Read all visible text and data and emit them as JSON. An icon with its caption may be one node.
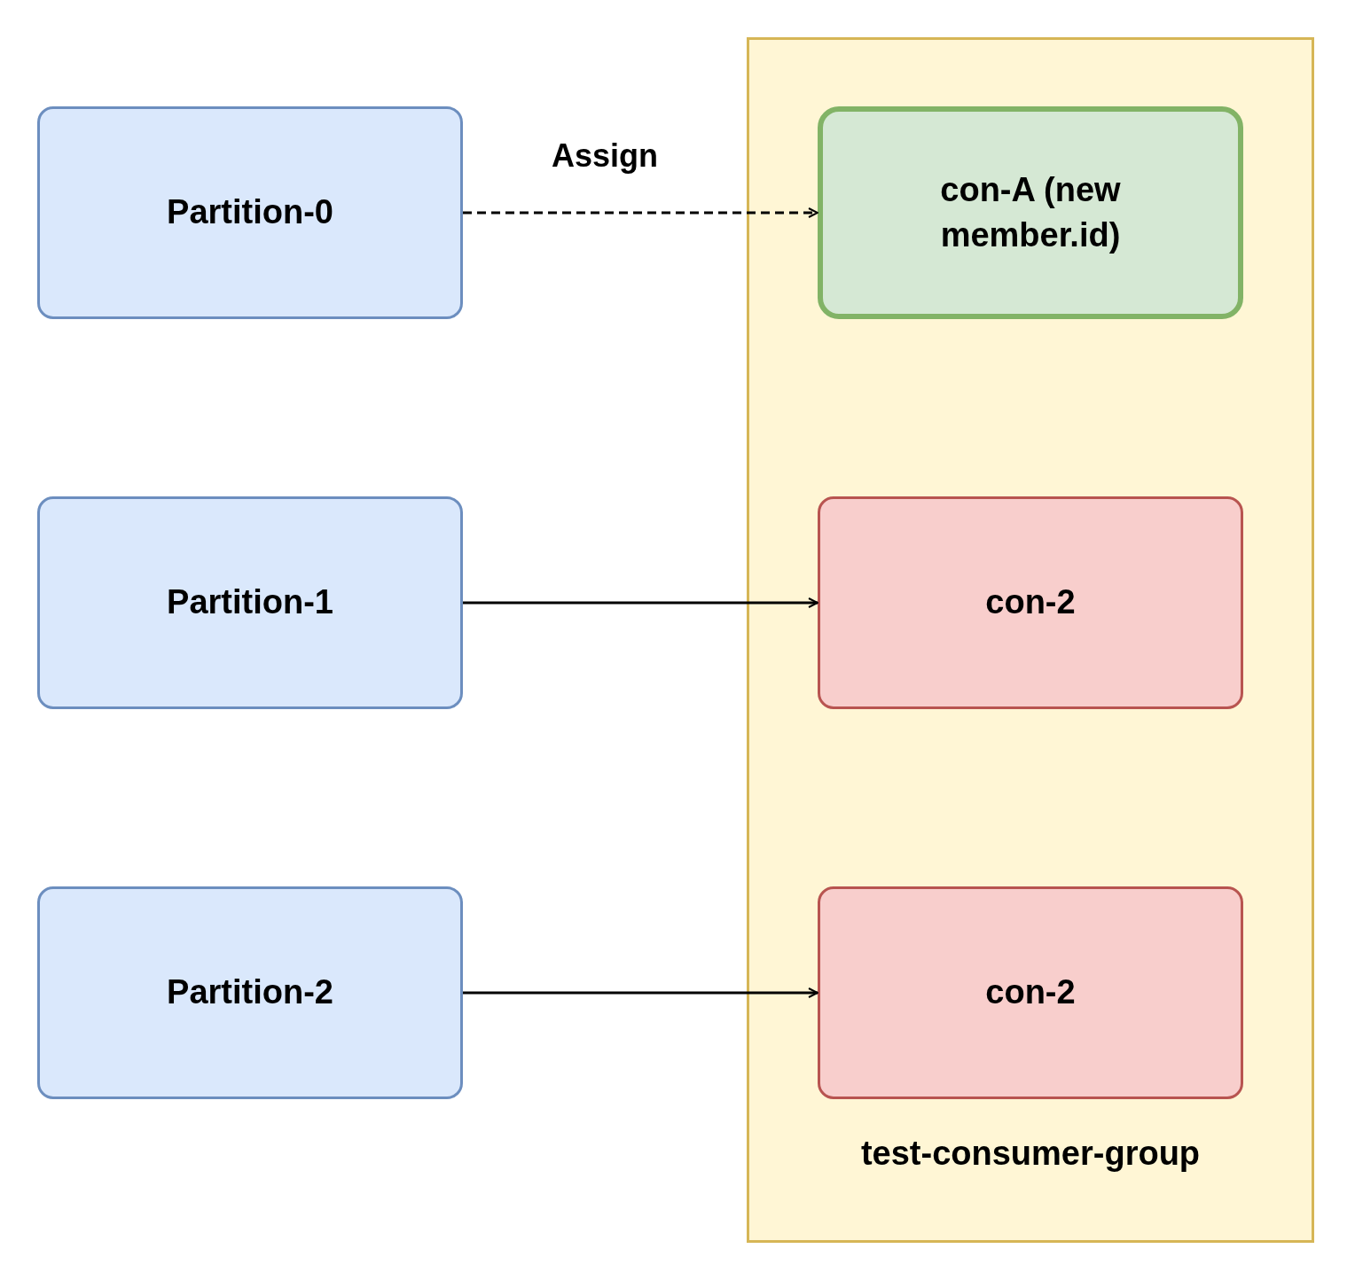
{
  "diagram": {
    "nodes": [
      {
        "text": [
          "Partition-0"
        ]
      },
      {
        "text": [
          "Partition-1"
        ]
      },
      {
        "text": [
          "Partition-2"
        ]
      },
      {
        "text": [
          "test-consumer-group"
        ]
      },
      {
        "text": [
          "con-A (new member.id)"
        ],
        "in": 3
      },
      {
        "text": [
          "con-2"
        ],
        "in": 3
      },
      {
        "text": [
          "con-2"
        ],
        "in": 3
      }
    ],
    "edges": [
      {
        "from": 0,
        "to": 4,
        "arrow": "to",
        "label": "Assign",
        "style": "dashed"
      },
      {
        "from": 1,
        "to": 5,
        "arrow": "to"
      },
      {
        "from": 2,
        "to": 6,
        "arrow": "to"
      }
    ]
  }
}
